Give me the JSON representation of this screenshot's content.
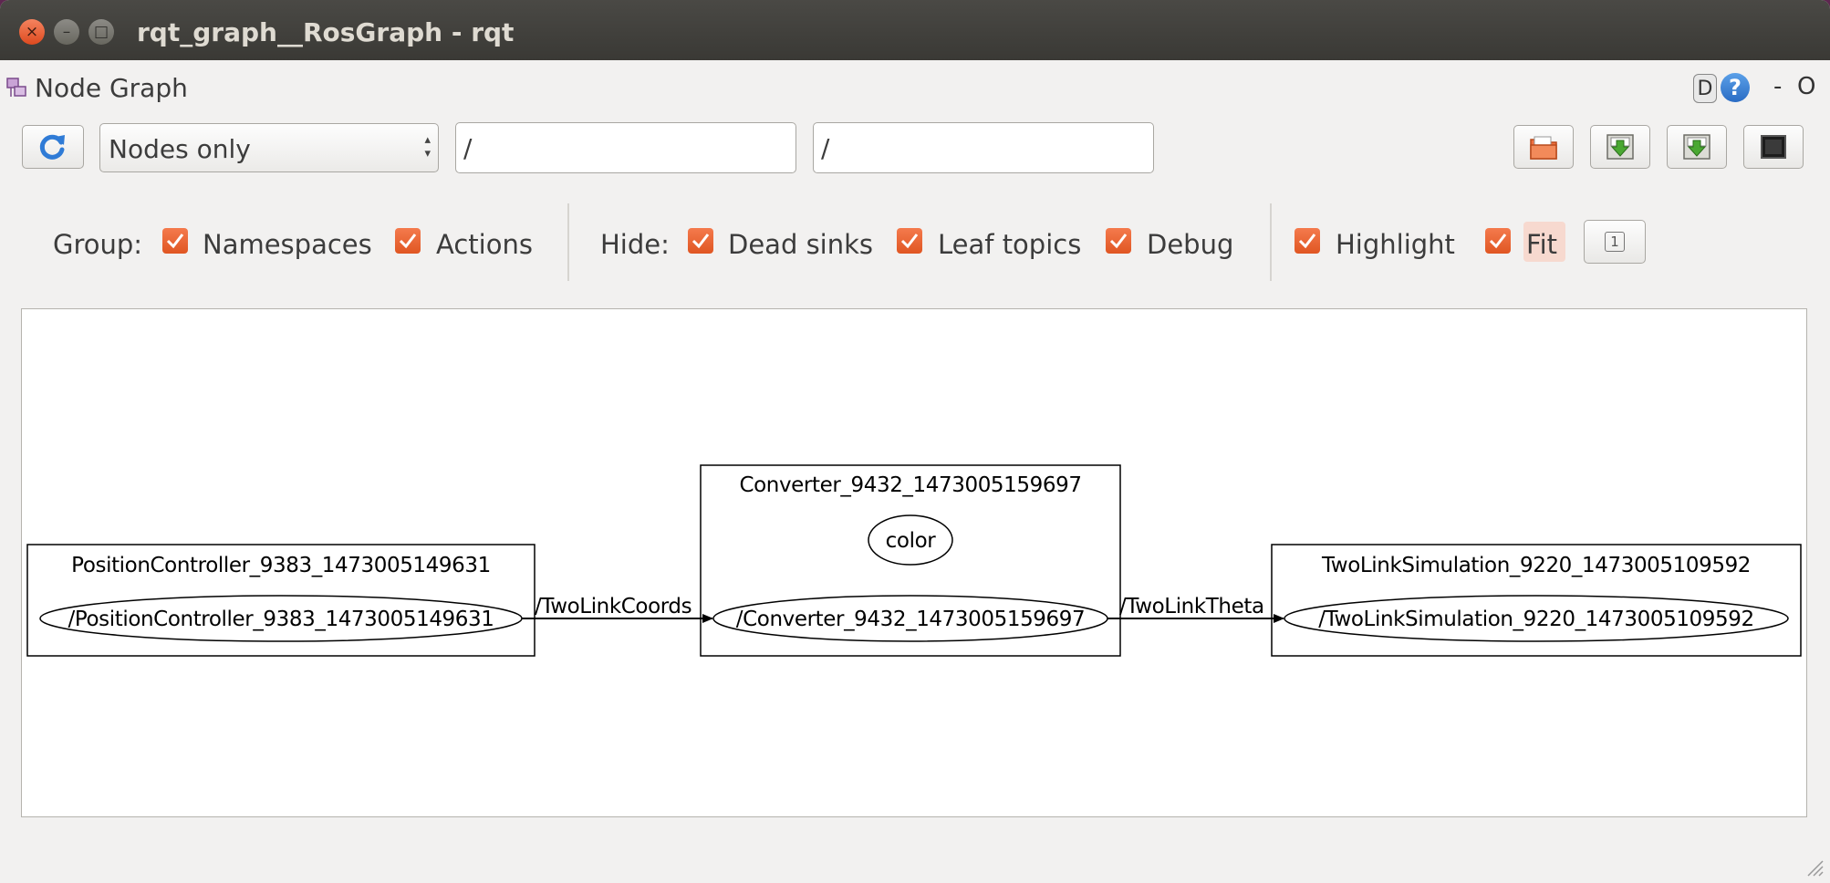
{
  "window": {
    "title": "rqt_graph__RosGraph - rqt",
    "close_glyph": "×",
    "minimize_glyph": "–",
    "maximize_glyph": "□"
  },
  "plugin": {
    "title": "Node Graph",
    "d_label": "D",
    "help_label": "?",
    "minimize_label": "-",
    "close_label": "O"
  },
  "toolbar": {
    "graph_type": "Nodes only",
    "filter1_value": "/",
    "filter2_value": "/"
  },
  "options": {
    "group_label": "Group:",
    "namespaces": "Namespaces",
    "actions": "Actions",
    "hide_label": "Hide:",
    "dead_sinks": "Dead sinks",
    "leaf_topics": "Leaf topics",
    "debug": "Debug",
    "highlight": "Highlight",
    "fit": "Fit",
    "small_button_label": "1"
  },
  "colors": {
    "checkbox_accent": "#e05622",
    "title_bar": "#3c3b37",
    "window_bg": "#f2f1f0"
  },
  "graph": {
    "clusters": [
      {
        "label": "PositionController_9383_1473005149631"
      },
      {
        "label": "Converter_9432_1473005159697"
      },
      {
        "label": "TwoLinkSimulation_9220_1473005109592"
      }
    ],
    "nodes": [
      {
        "label": "/PositionController_9383_1473005149631"
      },
      {
        "label": "color"
      },
      {
        "label": "/Converter_9432_1473005159697"
      },
      {
        "label": "/TwoLinkSimulation_9220_1473005109592"
      }
    ],
    "edges": [
      {
        "label": "/TwoLinkCoords"
      },
      {
        "label": "/TwoLinkTheta"
      }
    ]
  }
}
